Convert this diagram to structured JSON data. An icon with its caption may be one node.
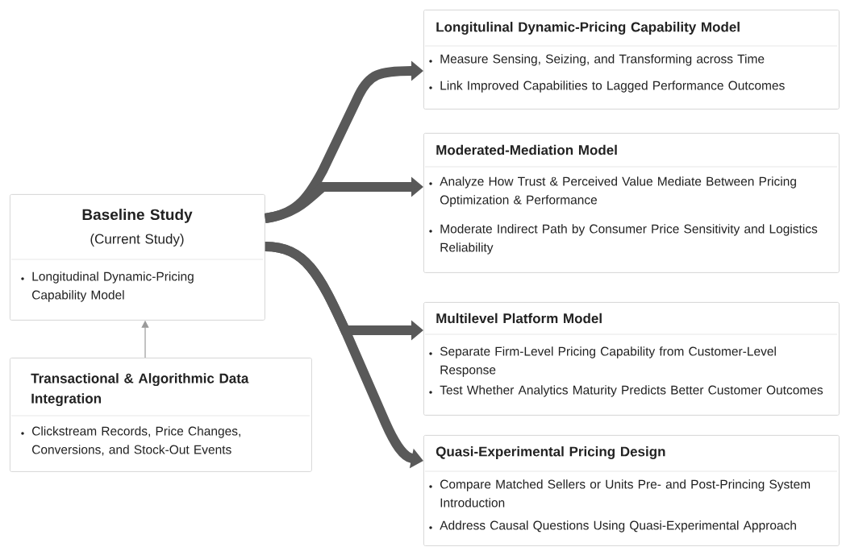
{
  "diagram": {
    "nodes": [
      {
        "text": [
          "Baseline Study",
          "(Current Study)",
          "Longitudinal Dynamic-Pricing Capability Model"
        ]
      },
      {
        "text": [
          "Transactional & Algorithmic Data Integration",
          "Clickstream Records, Price Changes, Conversions, and Stock-Out Events"
        ]
      },
      {
        "text": [
          "Longitulinal Dynamic-Pricing Capability Model",
          "Measure Sensing, Seizing, and Transforming across Time",
          "Link Improved Capabilities to Lagged Performance Outcomes"
        ]
      },
      {
        "text": [
          "Moderated-Mediation Model",
          "Analyze How Trust & Perceived Value Mediate Between Pricing Optimization & Performance",
          "Moderate Indirect Path by Consumer Price Sensitivity and Logistics Reliability"
        ]
      },
      {
        "text": [
          "Multilevel Platform Model",
          "Separate Firm-Level Pricing Capability from Customer-Level Response",
          "Test Whether Analytics Maturity Predicts Better Customer Outcomes"
        ]
      },
      {
        "text": [
          "Quasi-Experimental Pricing Design",
          "Compare Matched Sellers or Units Pre- and Post-Princing System Introduction",
          "Address Causal Questions Using Quasi-Experimental Approach"
        ]
      }
    ],
    "edges": [
      {
        "from": 1,
        "to": 0,
        "arrow": "to",
        "color": "#9a9a9a"
      },
      {
        "from": 0,
        "to": 2,
        "arrow": "to"
      },
      {
        "from": 0,
        "to": 3,
        "arrow": "to"
      },
      {
        "from": 0,
        "to": 4,
        "arrow": "to"
      },
      {
        "from": 0,
        "to": 5,
        "arrow": "to"
      }
    ]
  }
}
